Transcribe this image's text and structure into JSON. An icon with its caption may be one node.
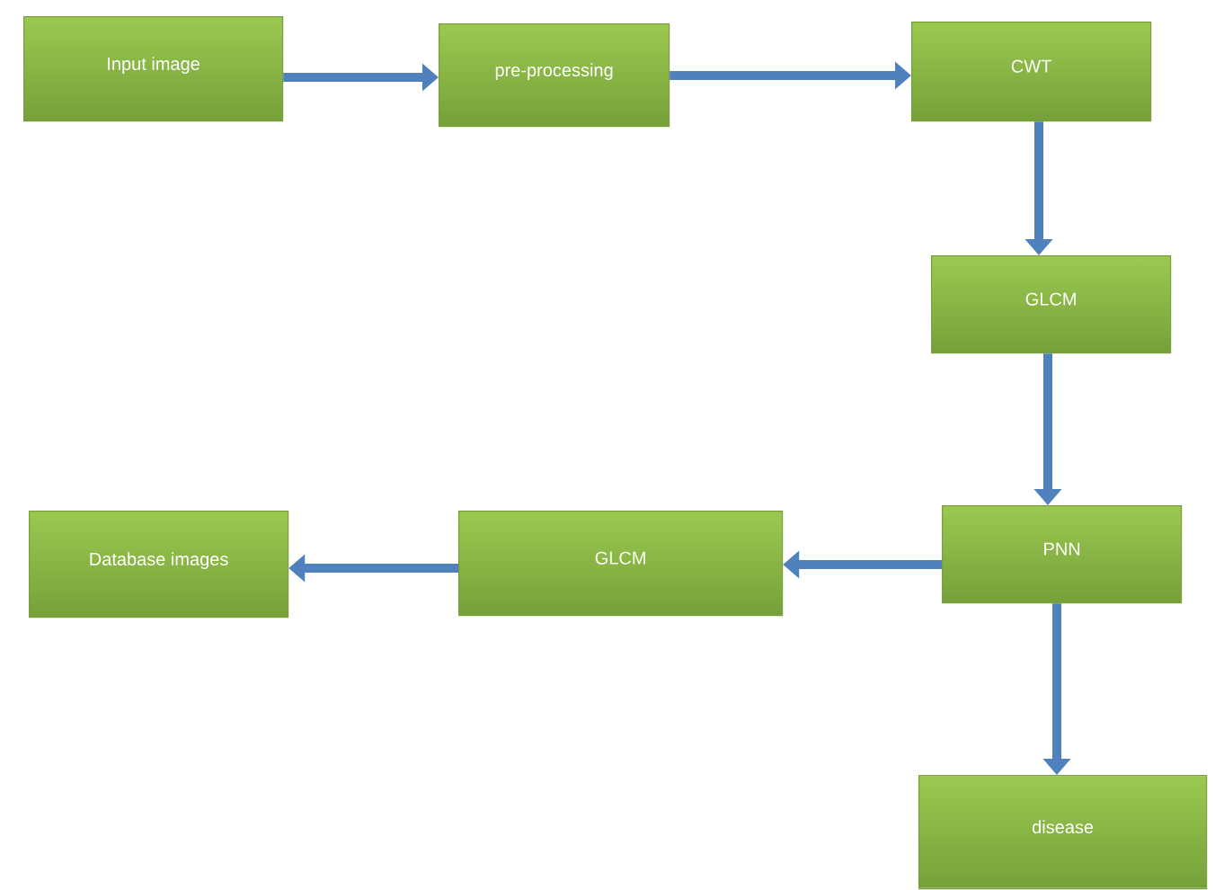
{
  "diagram": {
    "nodes": [
      {
        "text": [
          "Input image"
        ]
      },
      {
        "text": [
          "pre-processing"
        ]
      },
      {
        "text": [
          "CWT"
        ]
      },
      {
        "text": [
          "GLCM"
        ]
      },
      {
        "text": [
          "PNN"
        ]
      },
      {
        "text": [
          "GLCM"
        ]
      },
      {
        "text": [
          "Database images"
        ]
      },
      {
        "text": [
          "disease"
        ]
      }
    ],
    "edges": [
      {
        "from": 0,
        "to": 1,
        "arrow": "to"
      },
      {
        "from": 1,
        "to": 2,
        "arrow": "to"
      },
      {
        "from": 2,
        "to": 3,
        "arrow": "to"
      },
      {
        "from": 3,
        "to": 4,
        "arrow": "to"
      },
      {
        "from": 4,
        "to": 5,
        "arrow": "to"
      },
      {
        "from": 5,
        "to": 6,
        "arrow": "to"
      },
      {
        "from": 4,
        "to": 7,
        "arrow": "to"
      }
    ]
  }
}
